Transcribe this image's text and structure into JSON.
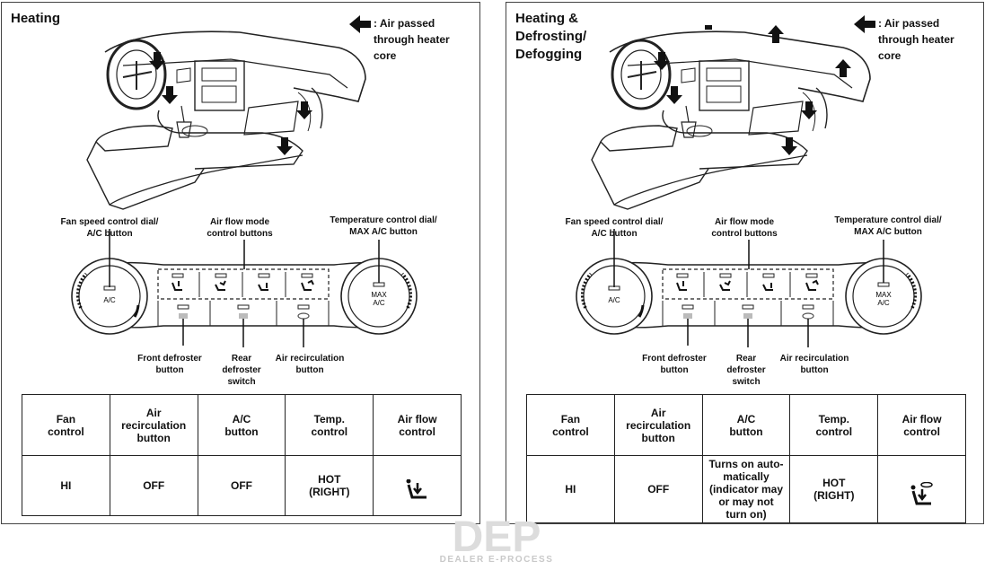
{
  "panels": [
    {
      "title": "Heating",
      "legend": ": Air passed\nthrough heater\ncore",
      "labels": {
        "fan": "Fan speed control dial/\nA/C button",
        "airflow": "Air flow mode\ncontrol buttons",
        "temp": "Temperature control dial/\nMAX A/C button",
        "front_def": "Front defroster\nbutton",
        "rear_def": "Rear\ndefroster\nswitch",
        "recirc": "Air recirculation\nbutton"
      },
      "dial_left": "A/C",
      "dial_right": "MAX\nA/C",
      "table": {
        "headers": [
          "Fan\ncontrol",
          "Air\nrecirculation\nbutton",
          "A/C\nbutton",
          "Temp.\ncontrol",
          "Air flow\ncontrol"
        ],
        "values": [
          "HI",
          "OFF",
          "OFF",
          "HOT\n(RIGHT)"
        ],
        "airflow_icon": "floor-airflow-icon"
      }
    },
    {
      "title": "Heating &\nDefrosting/\nDefogging",
      "legend": ": Air passed\nthrough heater\ncore",
      "labels": {
        "fan": "Fan speed control dial/\nA/C button",
        "airflow": "Air flow mode\ncontrol buttons",
        "temp": "Temperature control dial/\nMAX A/C button",
        "front_def": "Front defroster\nbutton",
        "rear_def": "Rear\ndefroster\nswitch",
        "recirc": "Air recirculation\nbutton"
      },
      "dial_left": "A/C",
      "dial_right": "MAX\nA/C",
      "table": {
        "headers": [
          "Fan\ncontrol",
          "Air\nrecirculation\nbutton",
          "A/C\nbutton",
          "Temp.\ncontrol",
          "Air flow\ncontrol"
        ],
        "values": [
          "HI",
          "OFF",
          "Turns on auto-\nmatically\n(indicator may\nor may not\nturn on)",
          "HOT\n(RIGHT)"
        ],
        "airflow_icon": "floor-defrost-airflow-icon"
      }
    }
  ],
  "watermark": {
    "logo": "DEP",
    "text": "DEALER E-PROCESS"
  }
}
